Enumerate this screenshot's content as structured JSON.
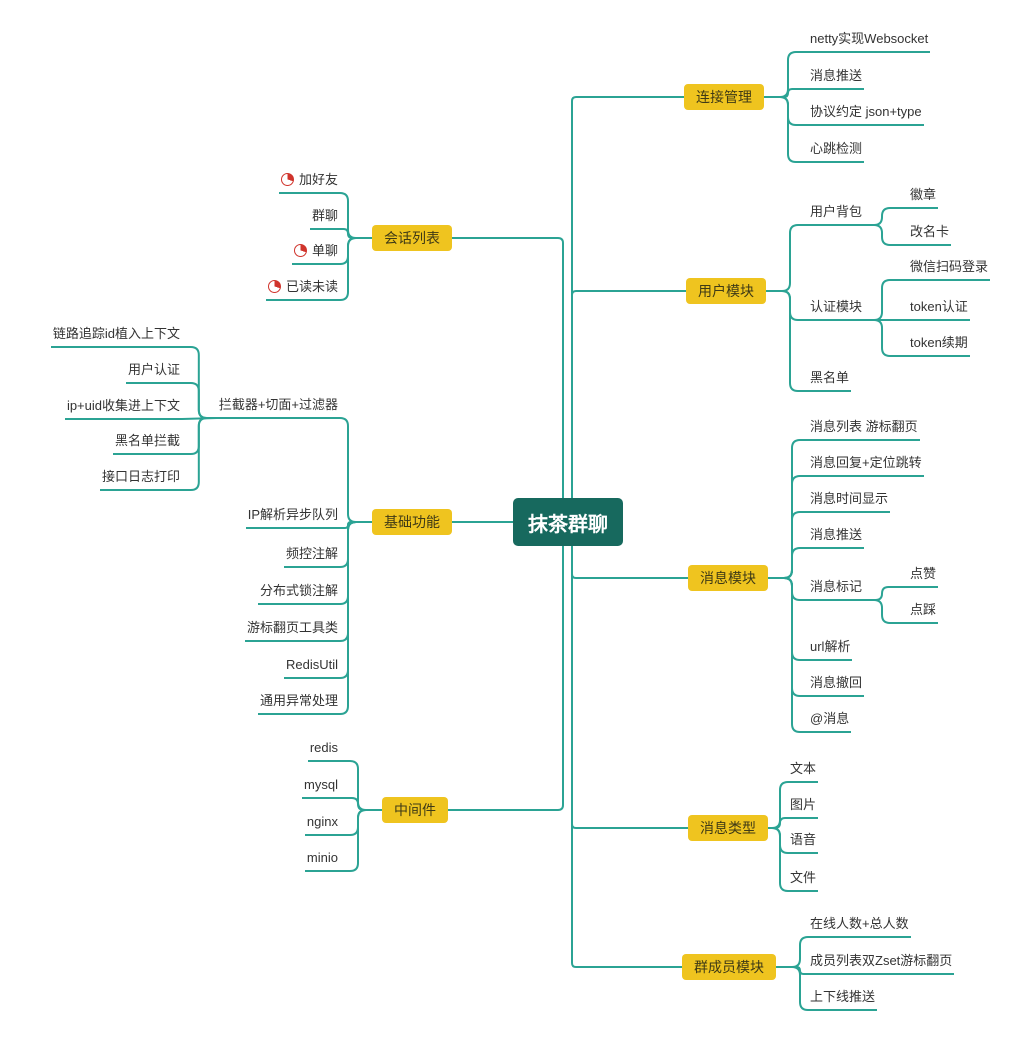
{
  "root": {
    "label": "抹茶群聊"
  },
  "colors": {
    "line": "#2BA394",
    "branch": "#EFC41F",
    "rootbg": "#17695E",
    "roottext": "#FFFFFF",
    "pie": "#D0342C"
  },
  "right": {
    "connection": {
      "label": "连接管理",
      "children": [
        {
          "label": "netty实现Websocket"
        },
        {
          "label": "消息推送"
        },
        {
          "label": "协议约定 json+type"
        },
        {
          "label": "心跳检测"
        }
      ]
    },
    "user": {
      "label": "用户模块",
      "children": [
        {
          "label": "用户背包",
          "children": [
            {
              "label": "徽章"
            },
            {
              "label": "改名卡"
            }
          ]
        },
        {
          "label": "认证模块",
          "children": [
            {
              "label": "微信扫码登录"
            },
            {
              "label": "token认证"
            },
            {
              "label": "token续期"
            }
          ]
        },
        {
          "label": "黑名单"
        }
      ]
    },
    "message": {
      "label": "消息模块",
      "children": [
        {
          "label": "消息列表 游标翻页"
        },
        {
          "label": "消息回复+定位跳转"
        },
        {
          "label": "消息时间显示"
        },
        {
          "label": "消息推送"
        },
        {
          "label": "消息标记",
          "children": [
            {
              "label": "点赞"
            },
            {
              "label": "点踩"
            }
          ]
        },
        {
          "label": "url解析"
        },
        {
          "label": "消息撤回"
        },
        {
          "label": "@消息"
        }
      ]
    },
    "msgtype": {
      "label": "消息类型",
      "children": [
        {
          "label": "文本"
        },
        {
          "label": "图片"
        },
        {
          "label": "语音"
        },
        {
          "label": "文件"
        }
      ]
    },
    "members": {
      "label": "群成员模块",
      "children": [
        {
          "label": "在线人数+总人数"
        },
        {
          "label": "成员列表双Zset游标翻页"
        },
        {
          "label": "上下线推送"
        }
      ]
    }
  },
  "left": {
    "sessions": {
      "label": "会话列表",
      "children": [
        {
          "label": "加好友",
          "icon": "pie-icon"
        },
        {
          "label": "群聊"
        },
        {
          "label": "单聊",
          "icon": "pie-icon"
        },
        {
          "label": "已读未读",
          "icon": "pie-icon"
        }
      ]
    },
    "basics": {
      "label": "基础功能",
      "children": [
        {
          "label": "拦截器+切面+过滤器",
          "children": [
            {
              "label": "链路追踪id植入上下文"
            },
            {
              "label": "用户认证"
            },
            {
              "label": "ip+uid收集进上下文"
            },
            {
              "label": "黑名单拦截"
            },
            {
              "label": "接口日志打印"
            }
          ]
        },
        {
          "label": "IP解析异步队列"
        },
        {
          "label": "频控注解"
        },
        {
          "label": "分布式锁注解"
        },
        {
          "label": "游标翻页工具类"
        },
        {
          "label": "RedisUtil"
        },
        {
          "label": "通用异常处理"
        }
      ]
    },
    "middleware": {
      "label": "中间件",
      "children": [
        {
          "label": "redis"
        },
        {
          "label": "mysql"
        },
        {
          "label": "nginx"
        },
        {
          "label": "minio"
        }
      ]
    }
  }
}
